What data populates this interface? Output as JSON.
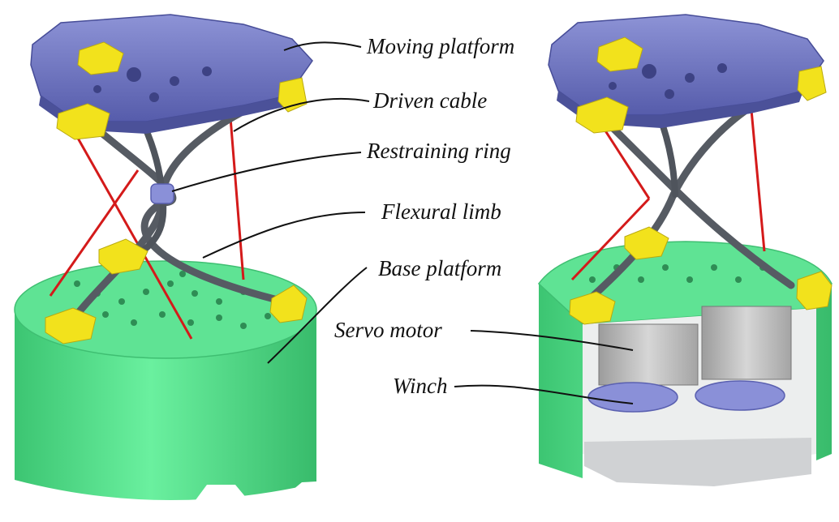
{
  "labels": {
    "moving_platform": "Moving platform",
    "driven_cable": "Driven cable",
    "restraining_ring": "Restraining ring",
    "flexural_limb": "Flexural limb",
    "base_platform": "Base platform",
    "servo_motor": "Servo motor",
    "winch": "Winch"
  },
  "colors": {
    "platform": "#7b82c8",
    "platform_dark": "#4f56a0",
    "connector": "#f2e21c",
    "limb": "#5a5f66",
    "cable": "#d41a1a",
    "base": "#58e08c",
    "base_dark": "#35b567",
    "motor": "#b9b9b9",
    "winch": "#8a90d8",
    "inner": "#d8dadc"
  }
}
